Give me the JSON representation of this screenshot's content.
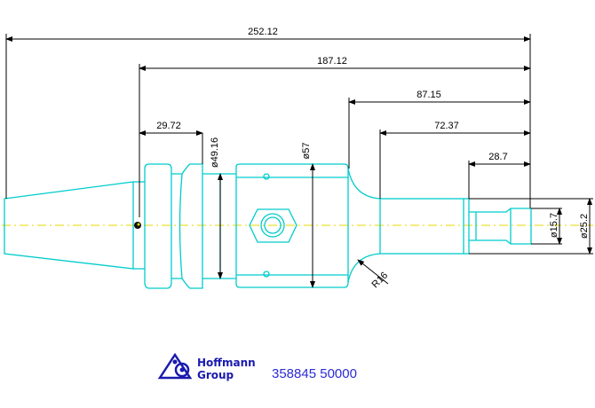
{
  "dimensions": {
    "overall_length": "252.12",
    "length_187": "187.12",
    "length_87": "87.15",
    "length_72": "72.37",
    "length_28": "28.7",
    "flange_offset": "29.72",
    "dia_flange": "ø49.16",
    "dia_body": "ø57",
    "dia_tip": "ø15.7",
    "dia_shank": "ø25.2",
    "radius": "R16"
  },
  "logo": {
    "line1": "Hoffmann",
    "line2": "Group"
  },
  "part_number": "358845 50000",
  "colors": {
    "outline": "#00cccc",
    "dimension": "#000000",
    "centerline": "#e6d800",
    "logo": "#1a1ab0"
  }
}
